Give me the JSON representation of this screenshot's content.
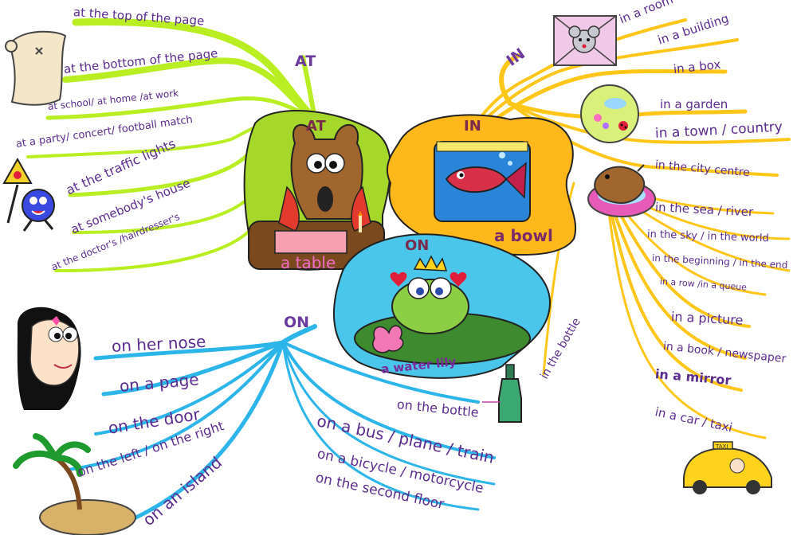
{
  "hubs": {
    "at": "AT",
    "in": "IN",
    "on": "ON"
  },
  "center": {
    "at_title": "AT",
    "at_caption": "a table",
    "in_title": "IN",
    "in_caption": "a bowl",
    "on_title": "ON",
    "on_caption": "a water lily"
  },
  "at_phrases": [
    "at the top of the page",
    "at the bottom of the page",
    "at school/ at home /at work",
    "at a party/ concert/ football match",
    "at the traffic lights",
    "at somebody's house",
    "at the doctor's /hairdresser's"
  ],
  "in_phrases": [
    "in a room",
    "in a building",
    "in a box",
    "in a garden",
    "in a town / country",
    "in the city centre",
    "in the sea / river",
    "in the sky / in the world",
    "in the beginning / in the end",
    "in a row /in a queue",
    "in a picture",
    "in a book / newspaper",
    "in a mirror",
    "in a car / taxi",
    "in the bottle"
  ],
  "on_phrases": [
    "on her nose",
    "on a page",
    "on the door",
    "on the left / on the right",
    "on an island",
    "on the bottle",
    "on a bus / plane / train",
    "on a bicycle / motorcycle",
    "on the second floor"
  ],
  "colors": {
    "at_branch": "#b8ee22",
    "in_branch": "#ffc61a",
    "on_branch": "#2bb5e8",
    "text": "#5b2c8f"
  },
  "taxi_sign": "TAXI",
  "icons": [
    "scroll-icon",
    "traffic-light-icon",
    "mouse-in-box-icon",
    "garden-icon",
    "dog-on-float-icon",
    "girl-face-icon",
    "palm-island-icon",
    "bottle-icon",
    "taxi-icon",
    "dog-at-table-icon",
    "fish-in-bowl-icon",
    "frog-on-lily-icon"
  ]
}
